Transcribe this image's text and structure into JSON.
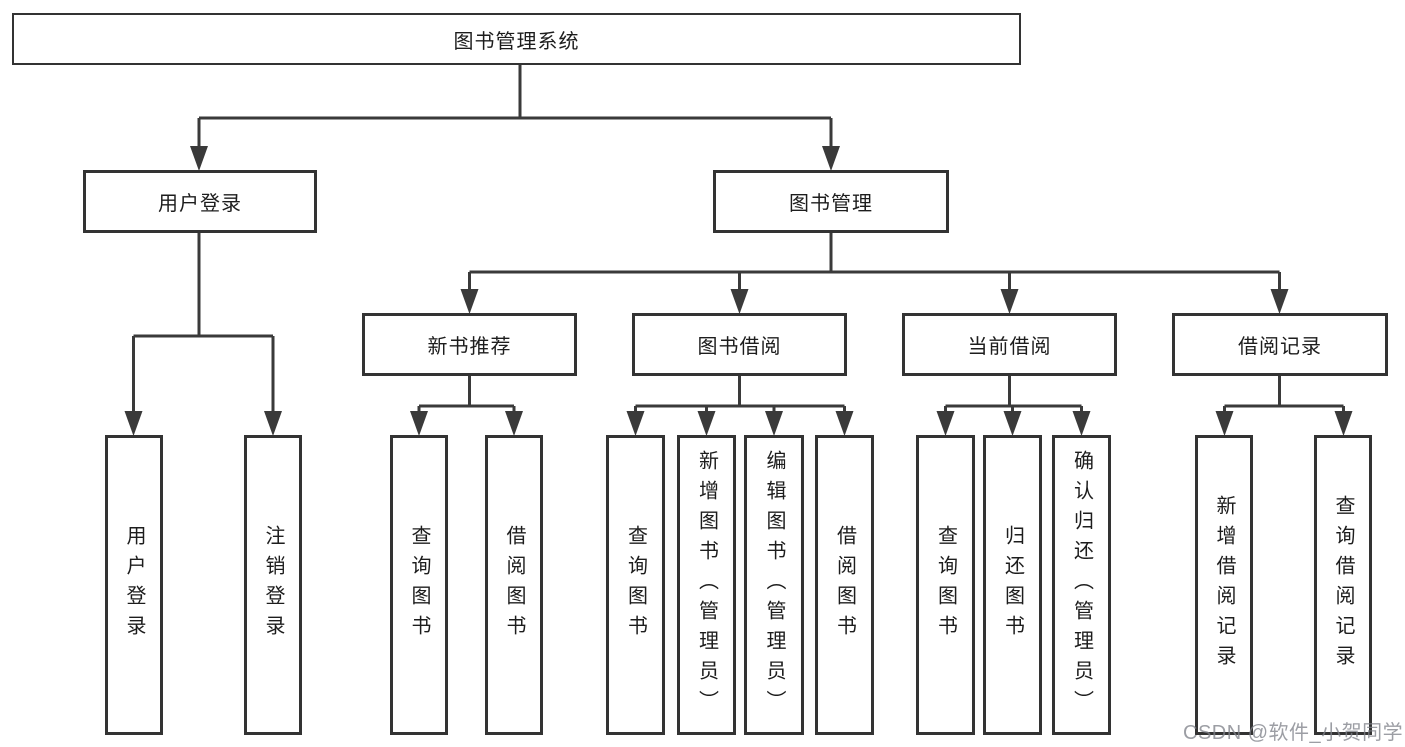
{
  "tree": {
    "root": {
      "label": "图书管理系统"
    },
    "login_branch": {
      "label": "用户登录",
      "children": [
        {
          "label": "用户登录"
        },
        {
          "label": "注销登录"
        }
      ]
    },
    "management_branch": {
      "label": "图书管理",
      "groups": [
        {
          "label": "新书推荐",
          "children": [
            {
              "label": "查询图书"
            },
            {
              "label": "借阅图书"
            }
          ]
        },
        {
          "label": "图书借阅",
          "children": [
            {
              "label": "查询图书"
            },
            {
              "label": "新增图书（管理员）"
            },
            {
              "label": "编辑图书（管理员）"
            },
            {
              "label": "借阅图书"
            }
          ]
        },
        {
          "label": "当前借阅",
          "children": [
            {
              "label": "查询图书"
            },
            {
              "label": "归还图书"
            },
            {
              "label": "确认归还（管理员）"
            }
          ]
        },
        {
          "label": "借阅记录",
          "children": [
            {
              "label": "新增借阅记录"
            },
            {
              "label": "查询借阅记录"
            }
          ]
        }
      ]
    }
  },
  "watermark": {
    "text": "CSDN @软件_小贺同学"
  },
  "colors": {
    "line": "#3a3a3a",
    "box_border": "#333333",
    "text": "#1d1d1d",
    "watermark": "#80838a",
    "background": "#ffffff"
  }
}
